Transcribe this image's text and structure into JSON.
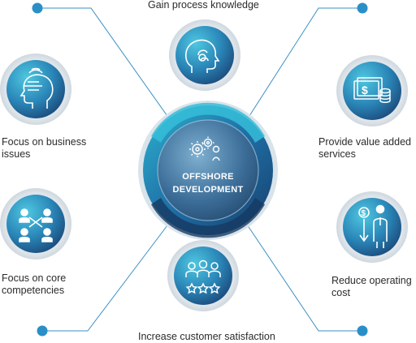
{
  "center": {
    "line1": "OFFSHORE",
    "line2": "DEVELOPMENT",
    "icon": "gears-person-icon"
  },
  "benefits": [
    {
      "id": "gain-process-knowledge",
      "lines": [
        "Gain process knowledge"
      ],
      "icon": "head-brain-icon"
    },
    {
      "id": "focus-on-business-issues",
      "lines": [
        "Focus on business",
        "issues"
      ],
      "icon": "head-eye-focus-icon"
    },
    {
      "id": "provide-value-added-services",
      "lines": [
        "Provide value added",
        "services"
      ],
      "icon": "money-coins-icon"
    },
    {
      "id": "focus-on-core-competencies",
      "lines": [
        "Focus on core",
        "competencies"
      ],
      "icon": "team-network-icon"
    },
    {
      "id": "reduce-operating-cost",
      "lines": [
        "Reduce operating",
        "cost"
      ],
      "icon": "businessman-cost-down-icon"
    },
    {
      "id": "increase-customer-satisfaction",
      "lines": [
        "Increase customer satisfaction"
      ],
      "icon": "people-stars-icon"
    }
  ],
  "colors": {
    "line": "#3a8fc4",
    "dot": "#2a8fc7",
    "center_dark": "#1b4a78",
    "center_light": "#2fb1cf",
    "node_dark": "#1e4f82",
    "node_light": "#38b6d4",
    "text": "#2b2b2b"
  }
}
